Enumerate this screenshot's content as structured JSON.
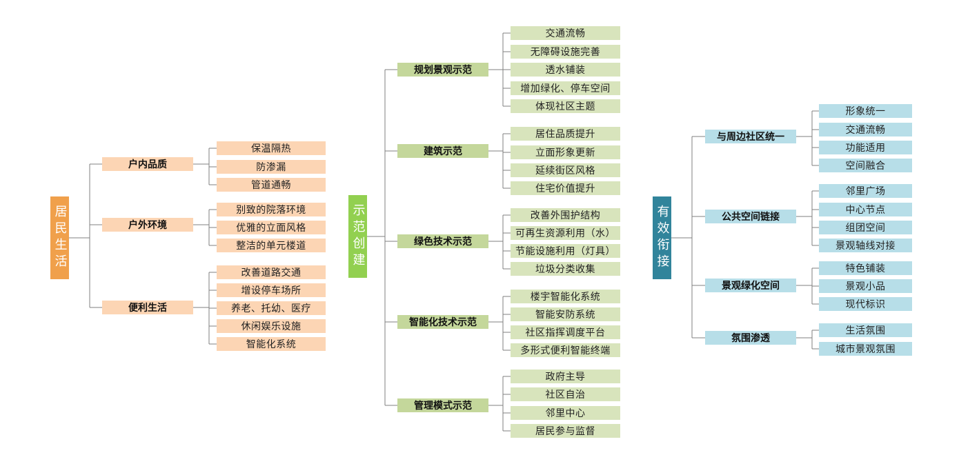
{
  "colors": {
    "orange_dark": "#F0A04B",
    "orange_light": "#FCD5B4",
    "green_dark": "#92D050",
    "green_mid": "#C4D79B",
    "green_light": "#D8E4BC",
    "teal_dark": "#31849B",
    "blue_light": "#B7DEE8",
    "line": "#7F7F7F"
  },
  "sections": [
    {
      "root": "居民生活",
      "branches": [
        {
          "label": "户内品质",
          "items": [
            "保温隔热",
            "防渗漏",
            "管道通畅"
          ]
        },
        {
          "label": "户外环境",
          "items": [
            "别致的院落环境",
            "优雅的立面风格",
            "整洁的单元楼道"
          ]
        },
        {
          "label": "便利生活",
          "items": [
            "改善道路交通",
            "增设停车场所",
            "养老、托幼、医疗",
            "休闲娱乐设施",
            "智能化系统"
          ]
        }
      ]
    },
    {
      "root": "示范创建",
      "branches": [
        {
          "label": "规划景观示范",
          "items": [
            "交通流畅",
            "无障碍设施完善",
            "透水铺装",
            "增加绿化、停车空间",
            "体现社区主题"
          ]
        },
        {
          "label": "建筑示范",
          "items": [
            "居住品质提升",
            "立面形象更新",
            "延续街区风格",
            "住宅价值提升"
          ]
        },
        {
          "label": "绿色技术示范",
          "items": [
            "改善外围护结构",
            "可再生资源利用（水）",
            "节能设施利用（灯具）",
            "垃圾分类收集"
          ]
        },
        {
          "label": "智能化技术示范",
          "items": [
            "楼宇智能化系统",
            "智能安防系统",
            "社区指挥调度平台",
            "多形式便利智能终端"
          ]
        },
        {
          "label": "管理模式示范",
          "items": [
            "政府主导",
            "社区自治",
            "邻里中心",
            "居民参与监督"
          ]
        }
      ]
    },
    {
      "root": "有效衔接",
      "branches": [
        {
          "label": "与周边社区统一",
          "items": [
            "形象统一",
            "交通流畅",
            "功能适用",
            "空间融合"
          ]
        },
        {
          "label": "公共空间链接",
          "items": [
            "邻里广场",
            "中心节点",
            "组团空间",
            "景观轴线对接"
          ]
        },
        {
          "label": "景观绿化空间",
          "items": [
            "特色铺装",
            "景观小品",
            "现代标识"
          ]
        },
        {
          "label": "氛围渗透",
          "items": [
            "生活氛围",
            "城市景观氛围"
          ]
        }
      ]
    }
  ]
}
